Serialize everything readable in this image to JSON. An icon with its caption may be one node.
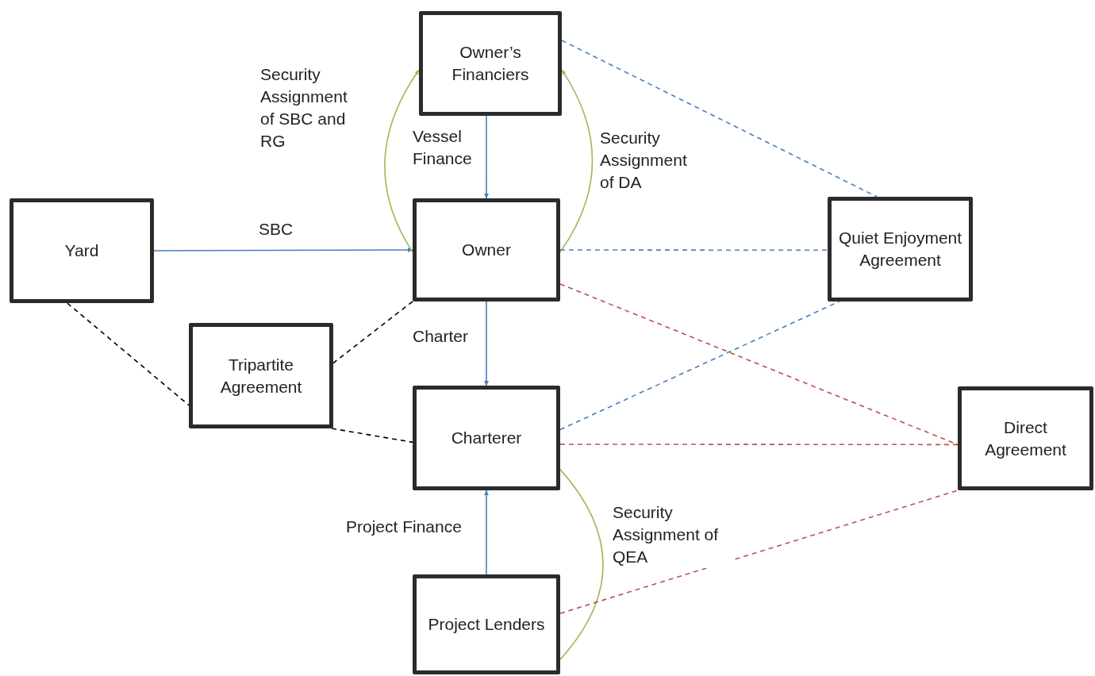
{
  "diagram": {
    "nodes": [
      {
        "text": [
          "Owner’s Financiers"
        ]
      },
      {
        "text": [
          "Yard"
        ]
      },
      {
        "text": [
          "Owner"
        ]
      },
      {
        "text": [
          "Quiet Enjoyment Agreement"
        ]
      },
      {
        "text": [
          "Tripartite Agreement"
        ]
      },
      {
        "text": [
          "Charterer"
        ]
      },
      {
        "text": [
          "Direct Agreement"
        ]
      },
      {
        "text": [
          "Project Lenders"
        ]
      }
    ],
    "edges": [
      {
        "from": 0,
        "to": 2,
        "arrow": "to",
        "label": "Vessel Finance",
        "color": "#4a7ebb"
      },
      {
        "from": 1,
        "to": 2,
        "arrow": "to",
        "label": "SBC",
        "color": "#4a7ebb"
      },
      {
        "from": 2,
        "to": 0,
        "arrow": "to",
        "label": "Security Assignment of SBC and RG",
        "color": "#9bbb59"
      },
      {
        "from": 2,
        "to": 0,
        "arrow": "to",
        "label": "Security Assignment of DA",
        "color": "#9bbb59"
      },
      {
        "from": 2,
        "to": 5,
        "arrow": "to",
        "label": "Charter",
        "color": "#4a7ebb"
      },
      {
        "from": 7,
        "to": 5,
        "arrow": "to",
        "label": "Project Finance",
        "color": "#4a7ebb"
      },
      {
        "from": 5,
        "to": 7,
        "arrow": "none",
        "label": "Security Assignment of QEA",
        "color": "#9bbb59"
      },
      {
        "from": 0,
        "to": 3,
        "arrow": "none",
        "style": "dashed",
        "color": "#4a7ebb"
      },
      {
        "from": 2,
        "to": 3,
        "arrow": "none",
        "style": "dashed",
        "color": "#4a7ebb"
      },
      {
        "from": 5,
        "to": 3,
        "arrow": "none",
        "style": "dashed",
        "color": "#4a7ebb"
      },
      {
        "from": 2,
        "to": 6,
        "arrow": "none",
        "style": "dashed",
        "color": "#c0504d"
      },
      {
        "from": 5,
        "to": 6,
        "arrow": "none",
        "style": "dashed",
        "color": "#c0504d"
      },
      {
        "from": 7,
        "to": 6,
        "arrow": "none",
        "style": "dashed",
        "color": "#c0504d"
      },
      {
        "from": 1,
        "to": 4,
        "arrow": "none",
        "style": "dashed",
        "color": "#000000"
      },
      {
        "from": 2,
        "to": 4,
        "arrow": "none",
        "style": "dashed",
        "color": "#000000"
      },
      {
        "from": 5,
        "to": 4,
        "arrow": "none",
        "style": "dashed",
        "color": "#000000"
      }
    ]
  }
}
